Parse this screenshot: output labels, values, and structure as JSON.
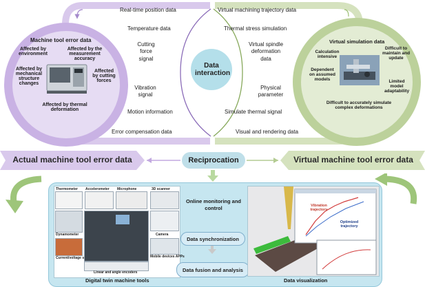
{
  "colors": {
    "purple": "#d9c9ec",
    "purple_dark": "#c2a9e0",
    "green": "#d5e2be",
    "green_dark": "#b4cc93",
    "teal": "#b4dfea",
    "panel": "#c6e6f0",
    "reciprocation": "#bfdfe9"
  },
  "center": {
    "label": "Data interaction"
  },
  "left_flow": {
    "items": [
      "Real-time position data",
      "Temperature data",
      "Cutting force signal",
      "Vibration signal",
      "Motion information",
      "Error compensation data"
    ]
  },
  "right_flow": {
    "items": [
      "Virtual machining trajectory data",
      "Thermal stress simulation",
      "Virtual spindle deformation data",
      "Physical parameter",
      "Simulate thermal signal",
      "Visual and rendering data"
    ]
  },
  "left_circle": {
    "title": "Machine tool error data",
    "factors": {
      "environment": "Affected by environment",
      "measurement": "Affected by the measurement accuracy",
      "mechanical": "Affected by mechanical structure changes",
      "cutting": "Affected by cutting forces",
      "thermal": "Affected by thermal deformation"
    }
  },
  "right_circle": {
    "title": "Virtual simulation data",
    "factors": {
      "calc": "Calculation intensive",
      "maintain": "Difficult to maintain and update",
      "dependent": "Dependent on assumed models",
      "limited": "Limited model adaptability",
      "complex": "Difficult to accurately simulate complex deformations"
    }
  },
  "band": {
    "left": "Actual machine tool error data",
    "center": "Reciprocation",
    "right": "Virtual machine tool error data"
  },
  "bottom": {
    "sensors": {
      "thermometer": "Thermometer",
      "accelerometer": "Accelerometer",
      "microphone": "Microphone",
      "scanner": "3D scanner",
      "dynamometer": "Dynamometer",
      "camera": "Camera",
      "current": "Current/voltage sensor",
      "mobile": "Mobile devices APPs",
      "encoders": "Linear and angle encoders"
    },
    "left_caption": "Digital twin machine tools",
    "right_caption": "Data visualization",
    "process": {
      "monitoring": "Online monitoring and control",
      "sync": "Data synchronization",
      "fusion": "Data fusion and analysis"
    },
    "plot_labels": {
      "vibration": "Vibration trajectory",
      "optimized": "Optimized trajectory"
    }
  }
}
